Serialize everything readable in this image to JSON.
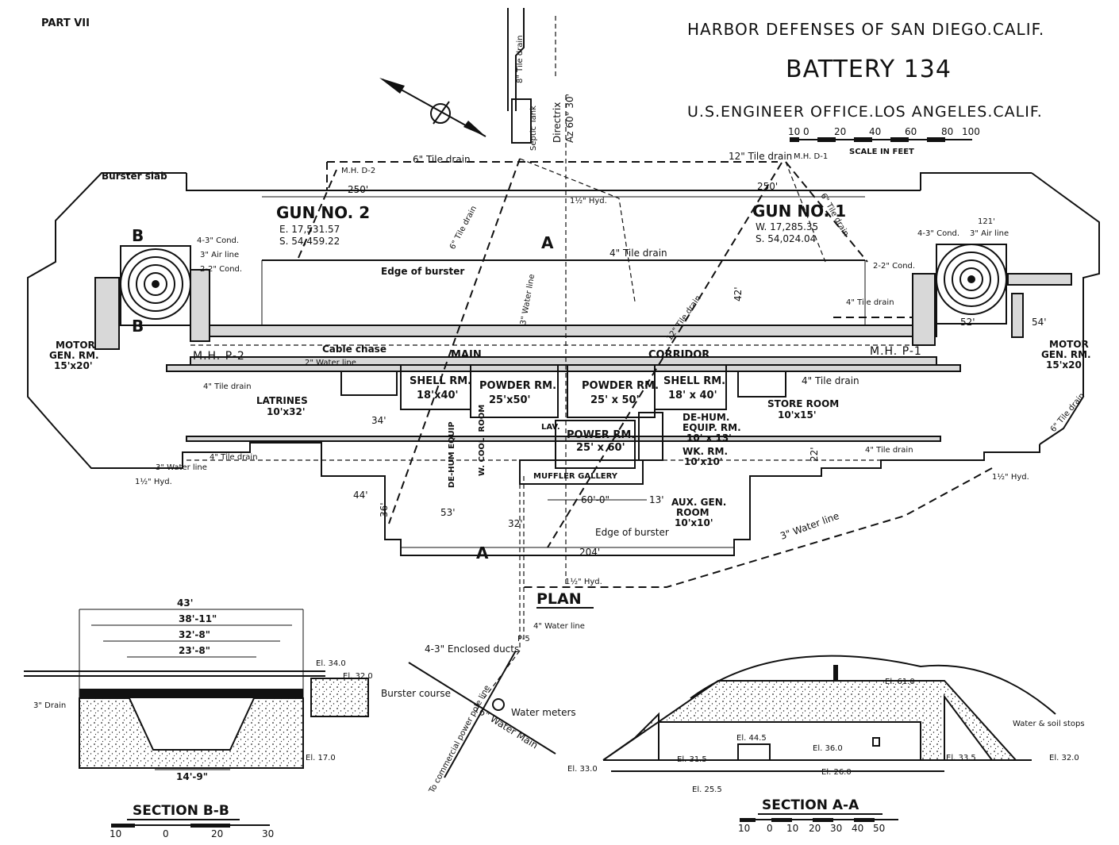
{
  "header": {
    "part": "PART VII",
    "title": "HARBOR DEFENSES OF SAN DIEGO.CALIF.",
    "battery": "BATTERY 134",
    "office": "U.S.ENGINEER OFFICE.LOS ANGELES.CALIF.",
    "scale_label": "SCALE IN FEET",
    "scale_ticks": [
      "10",
      "0",
      "20",
      "40",
      "60",
      "80",
      "100"
    ]
  },
  "plan": {
    "label": "PLAN",
    "gun2": {
      "name": "GUN NO. 2",
      "e": "E. 17,531.57",
      "s": "S. 54,459.22"
    },
    "gun1": {
      "name": "GUN NO. 1",
      "w": "W. 17,285.35",
      "s": "S. 54,024.04"
    },
    "directrix": "Directrix",
    "azimuth": "Az 60° 30'",
    "dims": {
      "d250_left": "250'",
      "d250_right": "250'",
      "d121": "121'",
      "d52": "52'",
      "d54": "54'",
      "d42": "42'",
      "d204": "204'",
      "d53": "53'",
      "d44": "44'",
      "d34": "34'",
      "d32": "32'",
      "d36": "36'",
      "d22": "22'",
      "d60": "60'-0\"",
      "d13": "13'"
    },
    "rooms": {
      "shell_left": [
        "SHELL RM.",
        "18'x40'"
      ],
      "powder_left": [
        "POWDER RM.",
        "25'x50'"
      ],
      "powder_right": [
        "POWDER RM.",
        "25' x 50'"
      ],
      "shell_right": [
        "SHELL RM.",
        "18' x 40'"
      ],
      "power": [
        "POWER RM.",
        "25' x 60'"
      ],
      "latrines": [
        "LATRINES",
        "10'x32'"
      ],
      "store": [
        "STORE ROOM",
        "10'x15'"
      ],
      "dehum_right": [
        "DE-HUM.",
        "EQUIP. RM.",
        "10' x 13'"
      ],
      "wk": [
        "WK. RM.",
        "10'x10'"
      ],
      "aux": [
        "AUX. GEN.",
        "ROOM",
        "10'x10'"
      ],
      "motor_left": [
        "MOTOR",
        "GEN. RM.",
        "15'x20'"
      ],
      "motor_right": [
        "MOTOR",
        "GEN. RM.",
        "15'x20'"
      ],
      "main": "MAIN",
      "corridor": "CORRIDOR",
      "muffler": "MUFFLER GALLERY",
      "lav": "LAV.",
      "dehum_left": "DE-HUM EQUIP",
      "wcool": "W. COOL. ROOM"
    },
    "notes": {
      "burster_slab": "Burster slab",
      "edge_burster": "Edge of burster",
      "edge_burster2": "Edge of burster",
      "cable_chase": "Cable chase",
      "water_line_left": "2\" Water line",
      "tile_drain_6_top": "6\" Tile drain",
      "tile_drain_12_top": "12\" Tile drain",
      "mh_d2": "M.H. D-2",
      "mh_d1": "M.H. D-1",
      "mh_p2": "M.H. P-2",
      "mh_p1": "M.H. P-1",
      "hyd_top": "1½\" Hyd.",
      "hyd_left": "1½\" Hyd.",
      "hyd_right": "1½\" Hyd.",
      "hyd_bottom": "1½\" Hyd.",
      "tile_drain_4_mid": "4\" Tile drain",
      "tile_drain_4_left": "4\" Tile drain",
      "tile_drain_4_right": "4\" Tile drain",
      "tile_drain_4_lowleft": "4\" Tile drain",
      "tile_drain_4_lowright": "4\" Tile drain",
      "tile_drain_4_gun1": "4\" Tile drain",
      "tile_drain_6_diag": "6\" Tile drain",
      "tile_drain_12_diag": "12\" Tile drain",
      "tile_drain_8": "8\" Tile drain",
      "tile_drain_6_right": "6\" Tile drain",
      "tile_drain_6_gun1": "6\" Tile drain",
      "water_line_3": "3\" Water line",
      "water_line_3_left": "3\" Water line",
      "water_line_3_right": "3\" Water line",
      "septic": "Septic Tank",
      "cond_43_left": "4-3\" Cond.",
      "air_left": "3\" Air line",
      "cond_22_left": "2-2\" Cond.",
      "cond_43_right": "4-3\" Cond.",
      "air_right": "3\" Air line",
      "cond_22_right": "2-2\" Cond.",
      "marker_b_top": "B",
      "marker_b_bottom": "B",
      "marker_a_top": "A",
      "marker_a_bottom": "A"
    }
  },
  "utilities": {
    "water_line_4": "4\" Water line",
    "ducts": "4-3\" Enclosed ducts",
    "p5": "P-5",
    "water_main": "16\" Water Main",
    "meters": "Water meters",
    "power_line": "To commercial power pole line"
  },
  "section_bb": {
    "label": "SECTION B-B",
    "dims": [
      "43'",
      "38'-11\"",
      "32'-8\"",
      "23'-8\"",
      "14'-9\""
    ],
    "elevations": [
      "El. 34.0",
      "El. 32.0",
      "El. 17.0"
    ],
    "burster": "Burster course",
    "drain": "3\" Drain",
    "scale_ticks": [
      "10",
      "0",
      "20",
      "30"
    ]
  },
  "section_aa": {
    "label": "SECTION A-A",
    "elevations": [
      "El. 61.0",
      "El. 44.5",
      "El. 36.0",
      "El. 31.5",
      "El. 26.0",
      "El. 25.5",
      "El. 33.0",
      "El. 33.5",
      "El. 32.0"
    ],
    "stops": "Water & soil stops",
    "scale_ticks": [
      "10",
      "0",
      "10",
      "20",
      "30",
      "40",
      "50"
    ]
  }
}
